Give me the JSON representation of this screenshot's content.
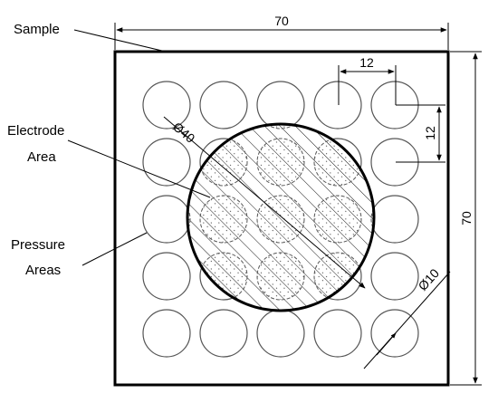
{
  "labels": {
    "sample": "Sample",
    "electrode_line1": "Electrode",
    "electrode_line2": "Area",
    "pressure_line1": "Pressure",
    "pressure_line2": "Areas"
  },
  "dimensions": {
    "width": "70",
    "height": "70",
    "pitch_x": "12",
    "pitch_y": "12",
    "electrode_diameter": "Ø40",
    "pad_diameter": "Ø10"
  },
  "grid": {
    "rows": 5,
    "cols": 5
  },
  "colors": {
    "stroke": "#000000",
    "pad_stroke": "#555555",
    "hatch": "#000000"
  }
}
